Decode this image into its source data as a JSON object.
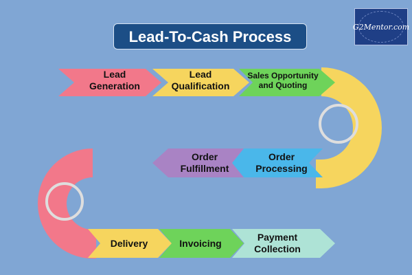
{
  "title": "Lead-To-Cash Process",
  "logo": {
    "text": "G2Mentor.com"
  },
  "colors": {
    "background": "#80a6d4",
    "title_bg": "#1c4e86",
    "lead_generation": "#f2788a",
    "lead_qualification": "#f6d55e",
    "sales_opportunity": "#6ed35a",
    "order_processing": "#4ab7ea",
    "order_fulfillment": "#a983c4",
    "delivery": "#f6d55e",
    "invoicing": "#6ed35a",
    "payment_collection": "#aee3d6",
    "upper_loop": "#f6d55e",
    "lower_loop": "#f2788a",
    "ring_border": "#dedede"
  },
  "steps": {
    "lead_generation": "Lead\nGeneration",
    "lead_qualification": "Lead\nQualification",
    "sales_opportunity": "Sales Opportunity\nand Quoting",
    "order_processing": "Order\nProcessing",
    "order_fulfillment": "Order\nFulfillment",
    "delivery": "Delivery",
    "invoicing": "Invoicing",
    "payment_collection": "Payment\nCollection"
  }
}
